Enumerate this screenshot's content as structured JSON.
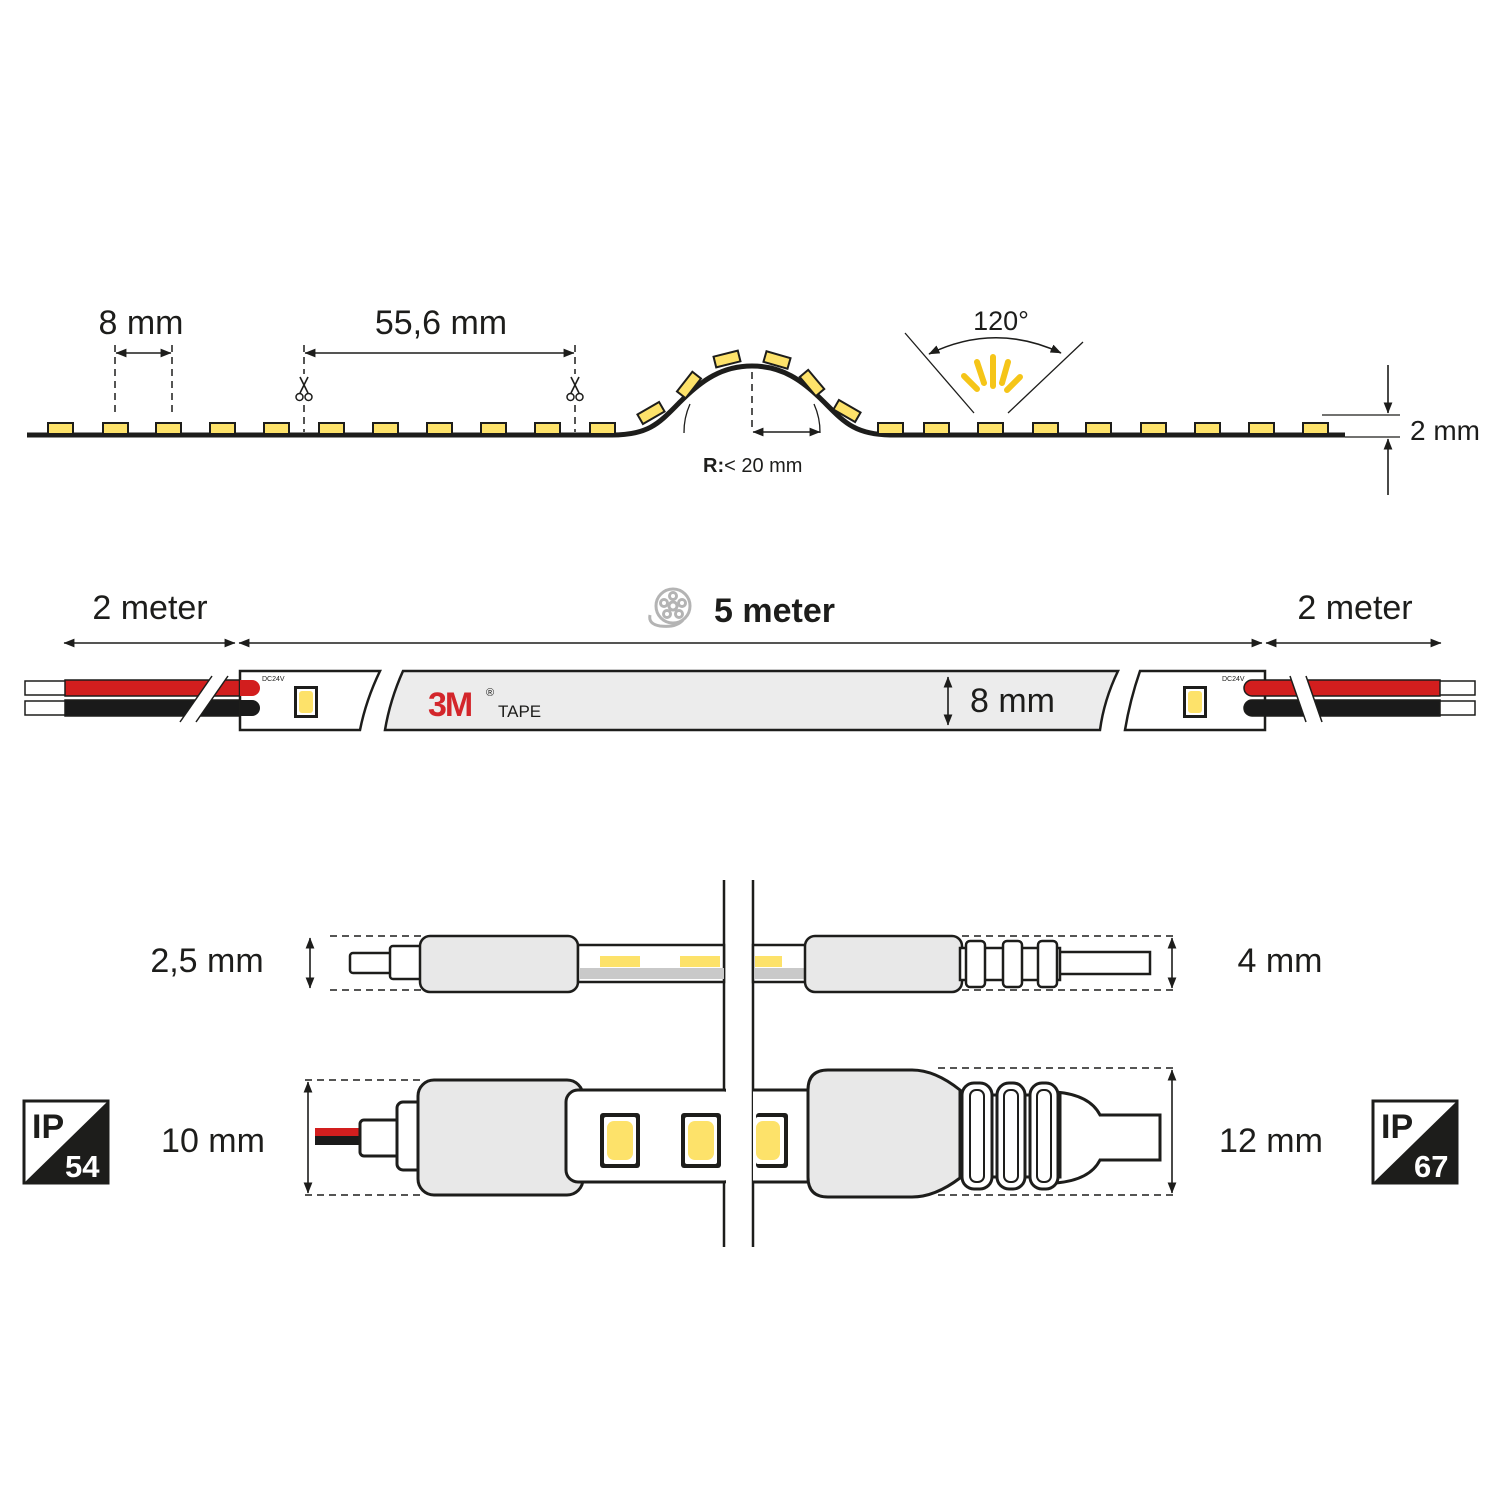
{
  "bend_profile": {
    "led_size": "8 mm",
    "cut_interval": "55,6 mm",
    "beam_angle": "120°",
    "bend_radius_label": "R:",
    "bend_radius_value": "< 20 mm",
    "thickness": "2 mm"
  },
  "strip_overview": {
    "lead_left": "2 meter",
    "strip_length": "5 meter",
    "lead_right": "2 meter",
    "voltage_left": "DC24V",
    "voltage_right": "DC24V",
    "brand": "3M",
    "brand_mark": "®",
    "brand_suffix": "TAPE",
    "width": "8 mm"
  },
  "versions": {
    "ip54": {
      "badge_prefix": "IP",
      "badge_rating": "54",
      "height": "2,5 mm",
      "width": "10 mm"
    },
    "ip67": {
      "badge_prefix": "IP",
      "badge_rating": "67",
      "height": "4 mm",
      "width": "12 mm"
    }
  },
  "icons": {
    "cut_mark": "scissors-icon",
    "strip_length": "tape-reel-icon"
  },
  "colors": {
    "led": "#fde26a",
    "wire_positive": "#d21e1e",
    "wire_negative": "#1a1a1a",
    "brand": "#d3262b",
    "housing": "#e8e8e8",
    "light_rays": "#f5c518"
  }
}
